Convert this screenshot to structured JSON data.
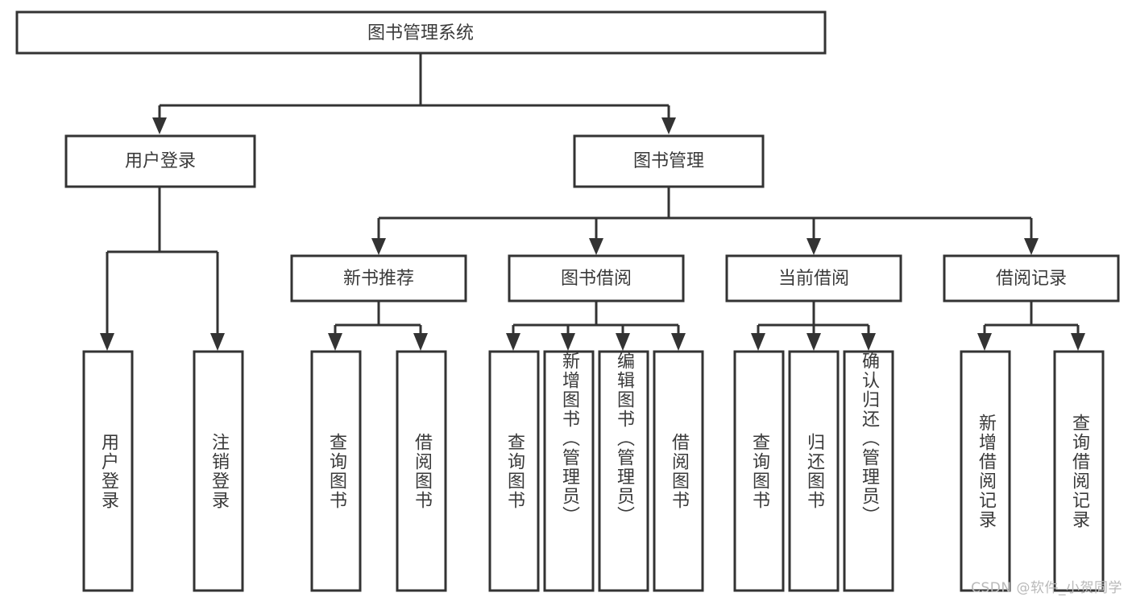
{
  "diagram": {
    "type": "tree",
    "title": "图书管理系统",
    "orientation": "top-down",
    "watermark": "CSDN @软件_小贺同学",
    "colors": {
      "box_stroke": "#333333",
      "box_fill": "#ffffff",
      "text": "#3a3a3a",
      "connector": "#333333",
      "watermark": "#b9b9b9",
      "background": "#ffffff"
    },
    "levels": {
      "root": {
        "id": "root",
        "label": "图书管理系统",
        "orientation": "horizontal"
      },
      "level2": [
        {
          "id": "user-login",
          "label": "用户登录",
          "orientation": "horizontal"
        },
        {
          "id": "book-manage",
          "label": "图书管理",
          "orientation": "horizontal"
        }
      ],
      "level3": [
        {
          "id": "new-book-recommend",
          "label": "新书推荐",
          "orientation": "horizontal",
          "parent": "book-manage"
        },
        {
          "id": "book-borrow",
          "label": "图书借阅",
          "orientation": "horizontal",
          "parent": "book-manage"
        },
        {
          "id": "current-borrow",
          "label": "当前借阅",
          "orientation": "horizontal",
          "parent": "book-manage"
        },
        {
          "id": "borrow-record",
          "label": "借阅记录",
          "orientation": "horizontal",
          "parent": "book-manage"
        }
      ],
      "leaves": [
        {
          "id": "leaf-user-login",
          "label": "用户登录",
          "parent": "user-login",
          "orientation": "vertical"
        },
        {
          "id": "leaf-logout",
          "label": "注销登录",
          "parent": "user-login",
          "orientation": "vertical"
        },
        {
          "id": "leaf-query-book-1",
          "label": "查询图书",
          "parent": "new-book-recommend",
          "orientation": "vertical"
        },
        {
          "id": "leaf-borrow-book-1",
          "label": "借阅图书",
          "parent": "new-book-recommend",
          "orientation": "vertical"
        },
        {
          "id": "leaf-query-book-2",
          "label": "查询图书",
          "parent": "book-borrow",
          "orientation": "vertical"
        },
        {
          "id": "leaf-add-book",
          "label": "新增图书（管理员）",
          "parent": "book-borrow",
          "orientation": "vertical"
        },
        {
          "id": "leaf-edit-book",
          "label": "编辑图书（管理员）",
          "parent": "book-borrow",
          "orientation": "vertical"
        },
        {
          "id": "leaf-borrow-book-2",
          "label": "借阅图书",
          "parent": "book-borrow",
          "orientation": "vertical"
        },
        {
          "id": "leaf-query-book-3",
          "label": "查询图书",
          "parent": "current-borrow",
          "orientation": "vertical"
        },
        {
          "id": "leaf-return-book",
          "label": "归还图书",
          "parent": "current-borrow",
          "orientation": "vertical"
        },
        {
          "id": "leaf-confirm-return",
          "label": "确认归还（管理员）",
          "parent": "current-borrow",
          "orientation": "vertical"
        },
        {
          "id": "leaf-add-record",
          "label": "新增借阅记录",
          "parent": "borrow-record",
          "orientation": "vertical"
        },
        {
          "id": "leaf-query-record",
          "label": "查询借阅记录",
          "parent": "borrow-record",
          "orientation": "vertical"
        }
      ]
    }
  }
}
